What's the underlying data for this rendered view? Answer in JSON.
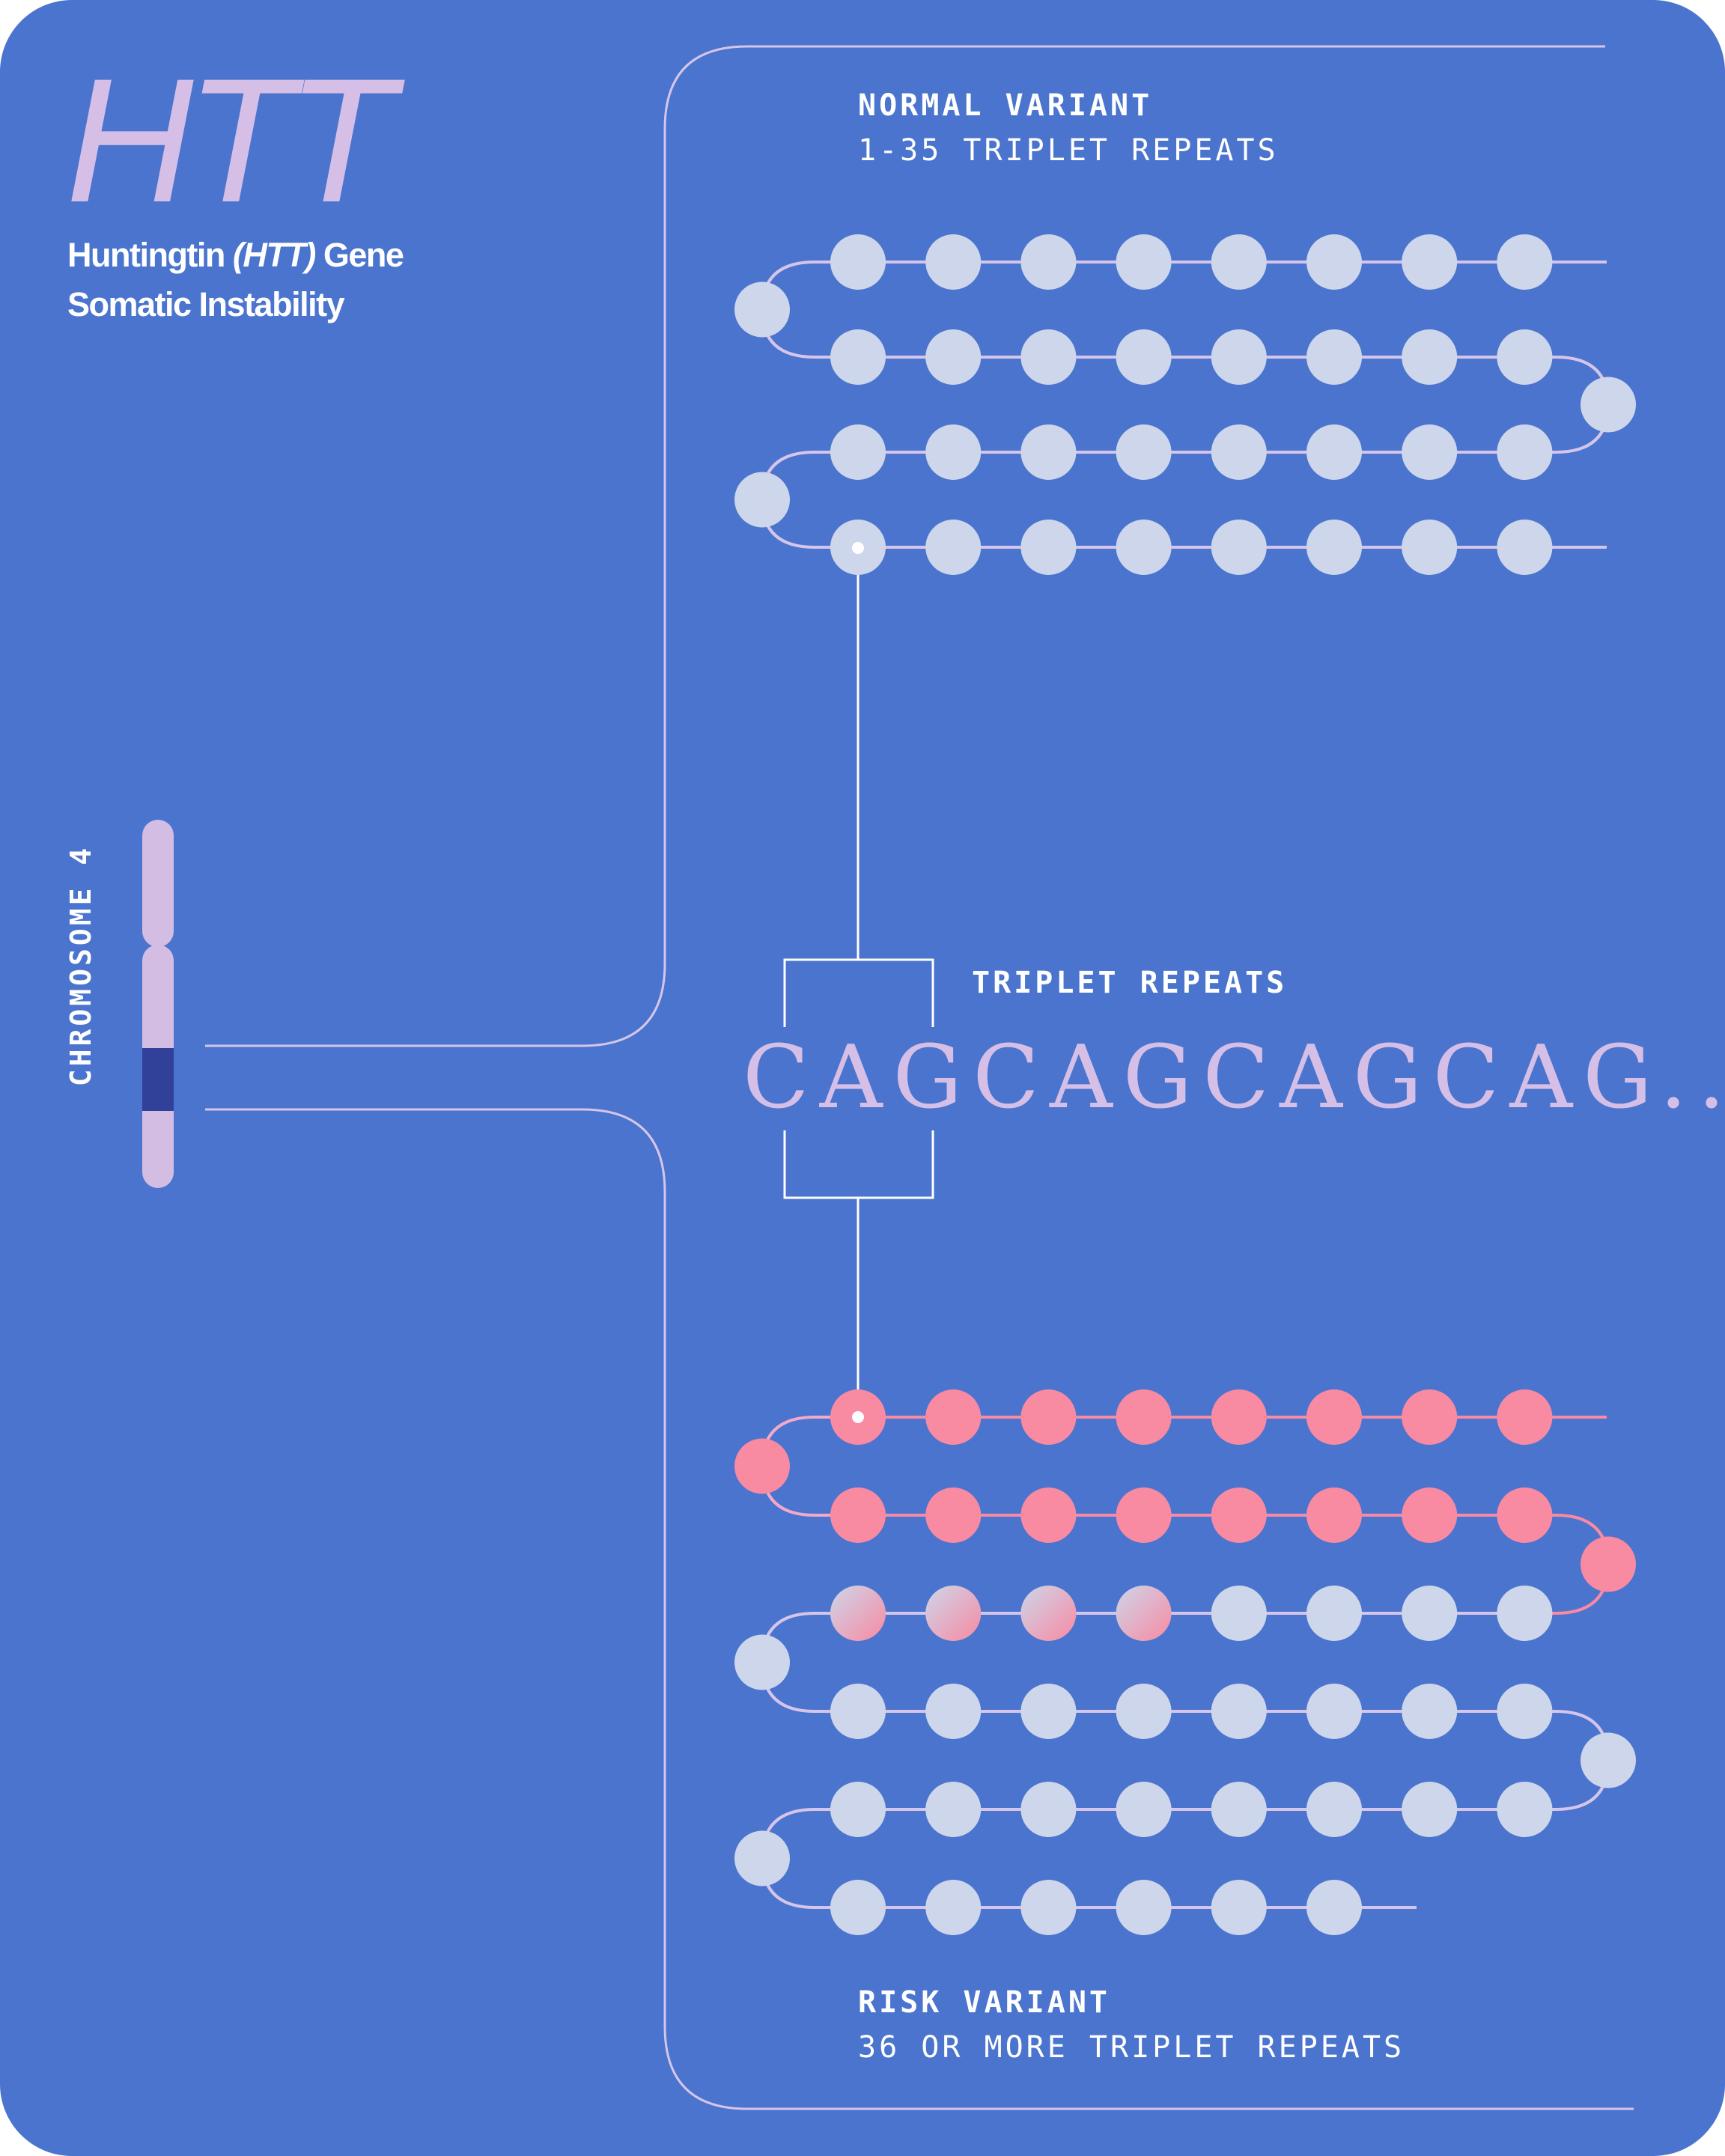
{
  "header": {
    "gene_symbol": "HTT",
    "subtitle_line1_pre": "Huntingtin ",
    "subtitle_line1_italic": "(HTT)",
    "subtitle_line1_post": " Gene",
    "subtitle_line2": "Somatic Instability"
  },
  "chromosome": {
    "label": "CHROMOSOME 4"
  },
  "normal_variant": {
    "title": "NORMAL VARIANT",
    "subtitle": "1-35 TRIPLET REPEATS",
    "bead_count": 35
  },
  "triplet": {
    "label": "TRIPLET REPEATS",
    "sequence": "CAGCAGCAGCAG..."
  },
  "risk_variant": {
    "title": "RISK VARIANT",
    "subtitle": "36 OR MORE TRIPLET REPEATS",
    "bead_count": 51,
    "highlighted_count": 18,
    "gradient_count": 4
  },
  "colors": {
    "background": "#4a74cd",
    "bead": "#cdd6ea",
    "risk_bead": "#f88aa2",
    "line": "#d6c5ea",
    "chromosome_band": "#31419a",
    "accent_lilac": "#d6bfe6",
    "text": "#ffffff"
  }
}
